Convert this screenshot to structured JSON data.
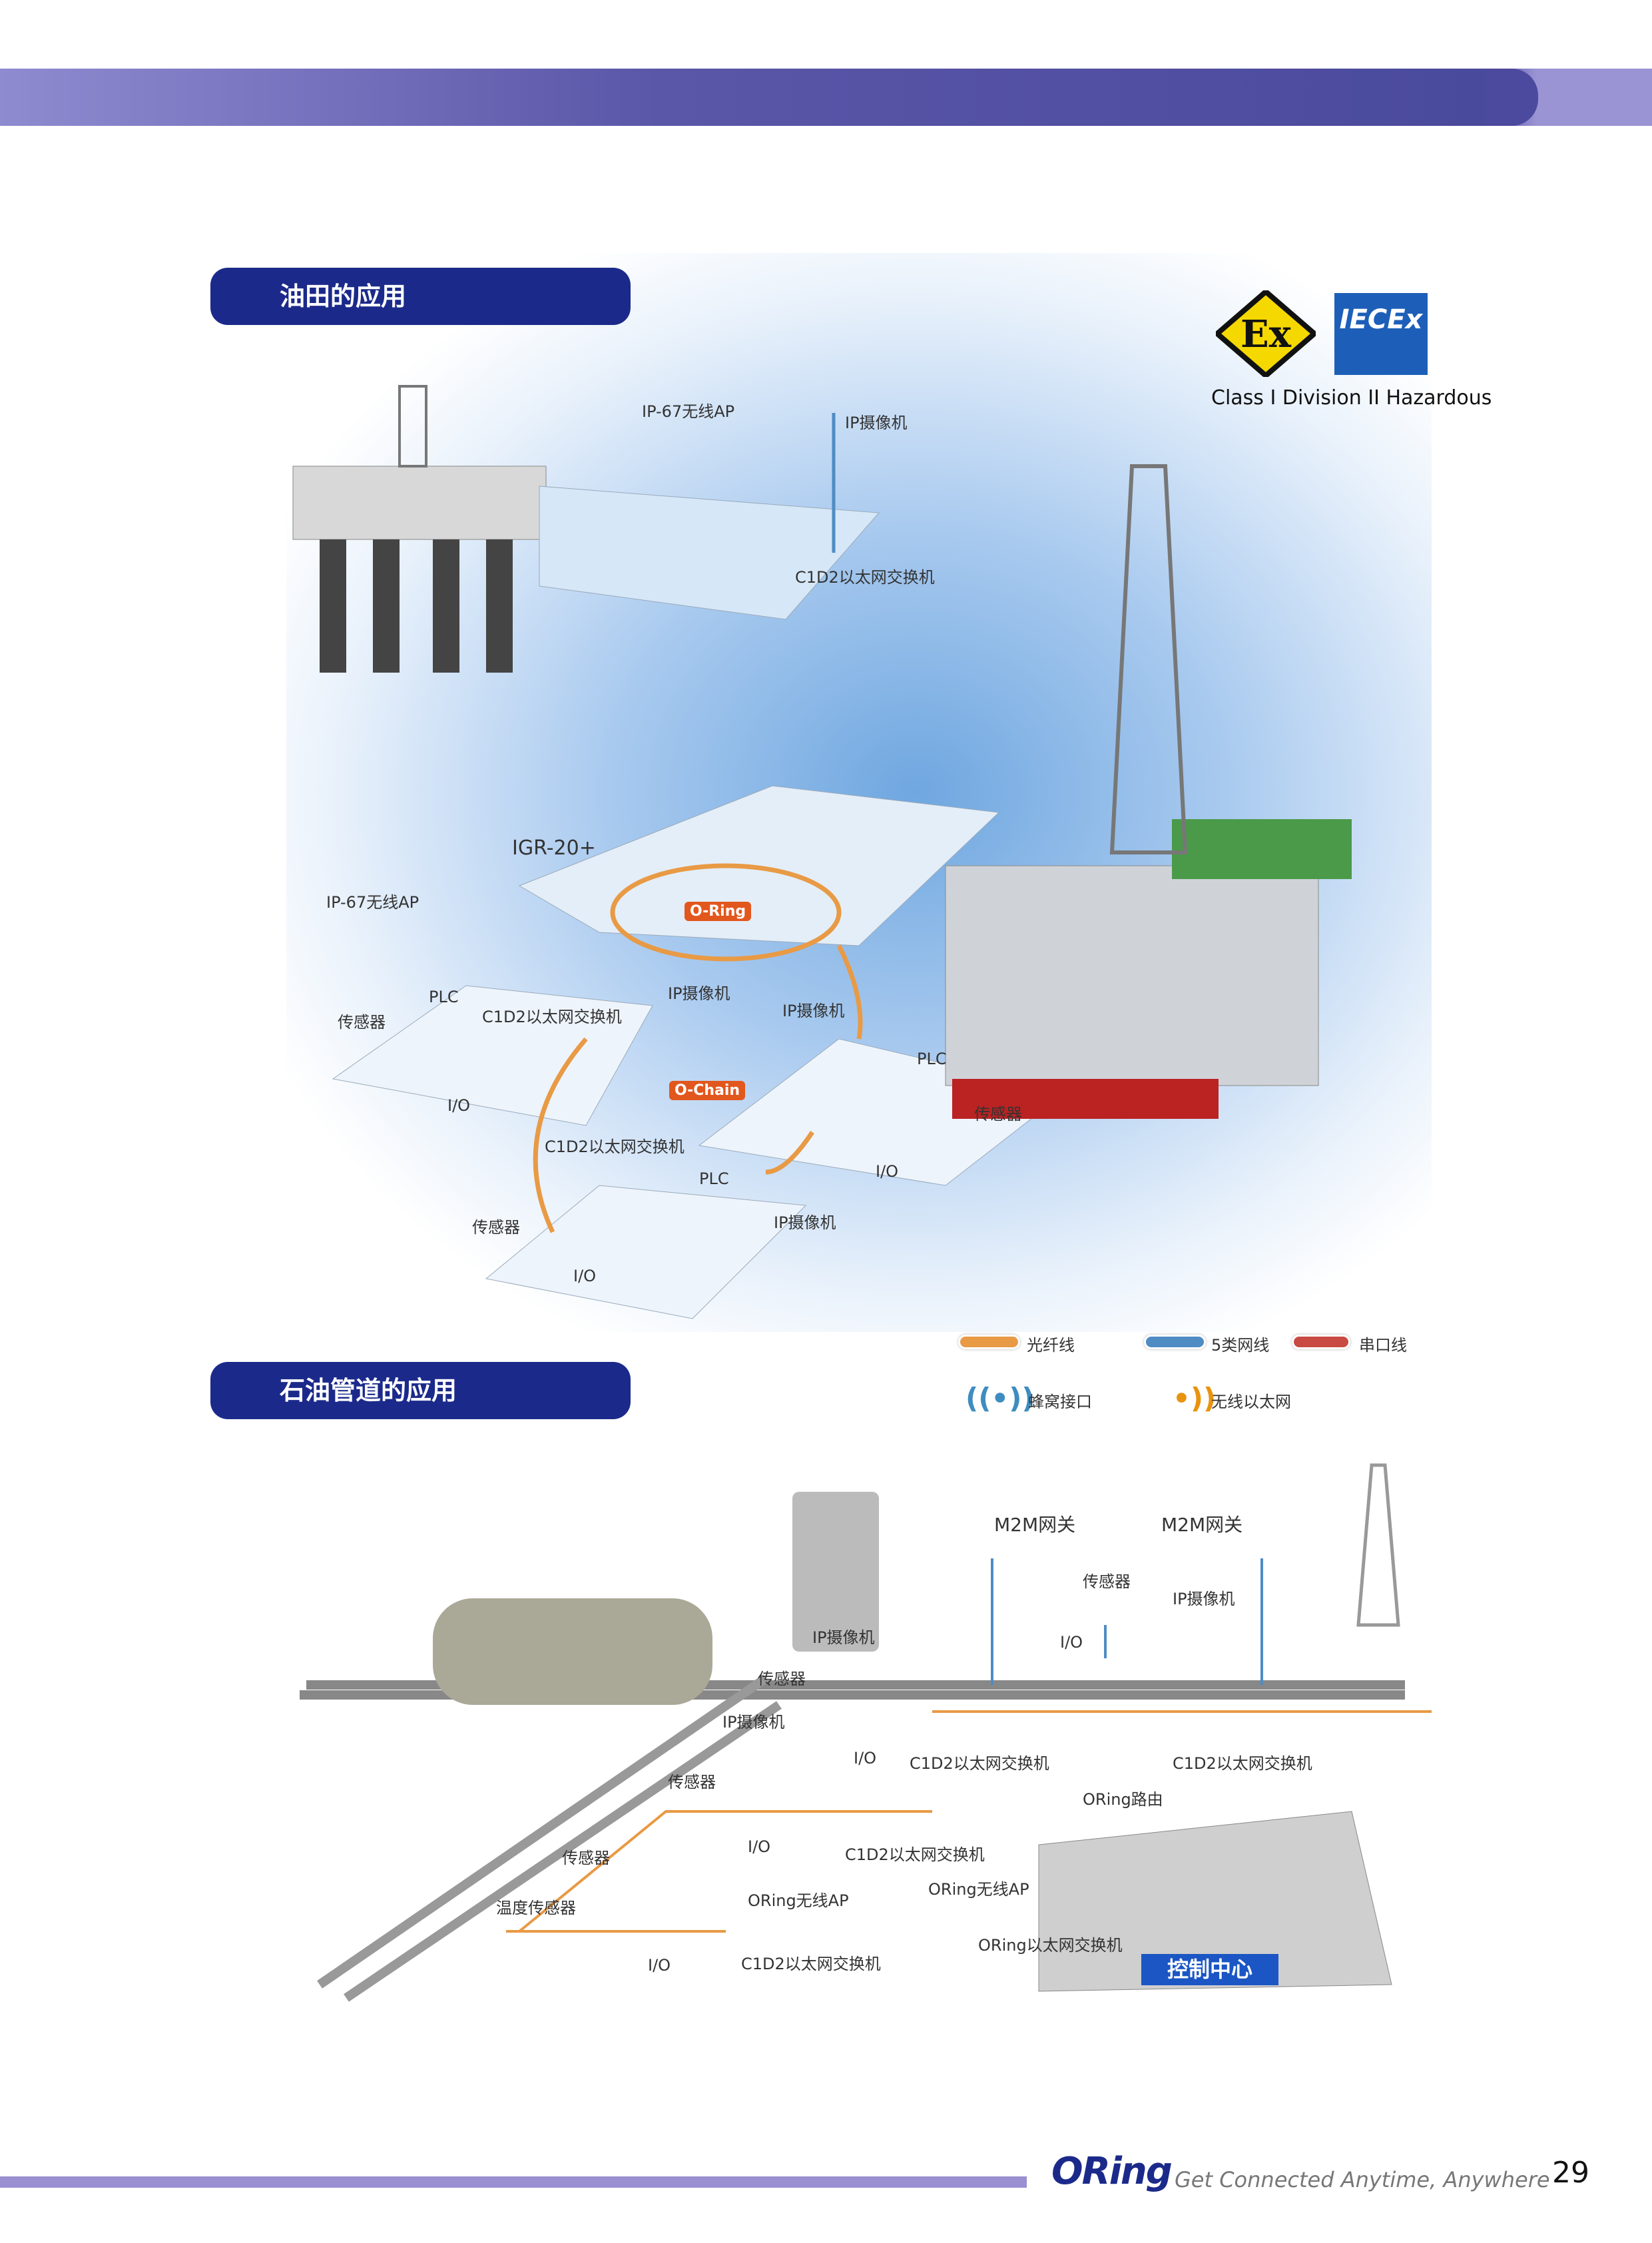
{
  "section1": {
    "title": "油田的应用"
  },
  "section2": {
    "title": "石油管道的应用"
  },
  "cert": {
    "ex_logo": "Ex",
    "iecex_logo": "IECEx",
    "text": "Class I Division II Hazardous"
  },
  "oilfield_labels": {
    "ap_top": "IP-67无线AP",
    "camera_top": "IP摄像机",
    "switch_top": "C1D2以太网交换机",
    "igr": "IGR-20+",
    "ap_left": "IP-67无线AP",
    "oring": "O-Ring",
    "camera_a": "IP摄像机",
    "plc_a": "PLC",
    "switch_a": "C1D2以太网交换机",
    "sensor_a": "传感器",
    "io_a": "I/O",
    "camera_b": "IP摄像机",
    "plc_b": "PLC",
    "sensor_b": "传感器",
    "io_b": "I/O",
    "ochain": "O-Chain",
    "switch_c": "C1D2以太网交换机",
    "plc_c": "PLC",
    "camera_c": "IP摄像机",
    "sensor_c": "传感器",
    "io_c": "I/O"
  },
  "legend": {
    "fiber": "光纤线",
    "cat5": "5类网线",
    "serial": "串口线",
    "cellular": "蜂窝接口",
    "wireless": "无线以太网",
    "colors": {
      "fiber": "#e89a45",
      "cat5": "#4f8cc4",
      "serial": "#c94a42",
      "cellular": "#3f8cc0",
      "wireless": "#e8930f"
    }
  },
  "pipeline_labels": {
    "m2m_1": "M2M网关",
    "m2m_2": "M2M网关",
    "sensor_1": "传感器",
    "camera_1": "IP摄像机",
    "camera_2": "IP摄像机",
    "io_1": "I/O",
    "sensor_2": "传感器",
    "camera_3": "IP摄像机",
    "io_2": "I/O",
    "switch_1": "C1D2以太网交换机",
    "switch_2": "C1D2以太网交换机",
    "sensor_3": "传感器",
    "router": "ORing路由",
    "io_3": "I/O",
    "switch_3": "C1D2以太网交换机",
    "sensor_4": "传感器",
    "ap_1": "ORing无线AP",
    "ap_2": "ORing无线AP",
    "temp_sensor": "温度传感器",
    "oring_switch": "ORing以太网交换机",
    "control_center": "控制中心",
    "io_4": "I/O",
    "switch_4": "C1D2以太网交换机"
  },
  "footer": {
    "logo": "ORing",
    "tagline": "Get Connected Anytime, Anywhere",
    "page": "29"
  }
}
